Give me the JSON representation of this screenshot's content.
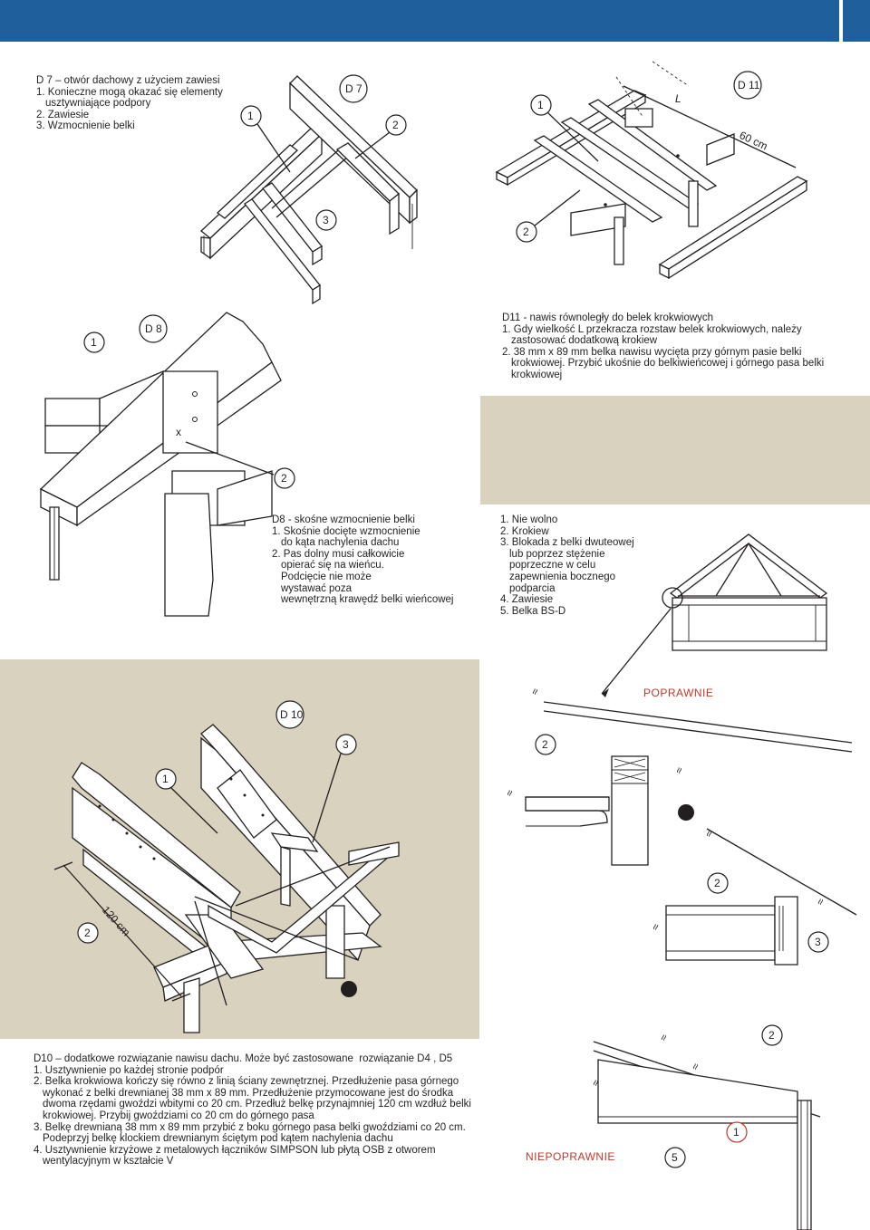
{
  "header": {
    "brand_color": "#1f5f9c"
  },
  "d7": {
    "tag": "D 7",
    "callouts": [
      "1",
      "2",
      "3"
    ],
    "title": "D 7 – otwór dachowy z użyciem zawiesi",
    "items": [
      "1. Konieczne mogą okazać się elementy",
      "usztywniające podpory",
      "2. Zawiesie",
      "3. Wzmocnienie belki"
    ]
  },
  "d11": {
    "tag": "D 11",
    "callouts": [
      "1",
      "2"
    ],
    "dim_l": "L",
    "dim_60": "60 cm",
    "title": "D11 - nawis równoległy do belek krokwiowych",
    "items": [
      "1. Gdy wielkość L przekracza rozstaw belek krokwiowych, należy",
      "zastosować dodatkową krokiew",
      "2. 38 mm x 89 mm belka nawisu wycięta przy górnym pasie belki",
      "krokwiowej. Przybić ukośnie do belkiwieńcowej i górnego pasa belki",
      "krokwiowej"
    ]
  },
  "d8": {
    "tag": "D 8",
    "callouts": [
      "1",
      "2"
    ],
    "x_mark": "x",
    "title": "D8 - skośne wzmocnienie belki",
    "items": [
      "1. Skośnie docięte wzmocnienie",
      "do kąta nachylenia dachu",
      "2. Pas dolny musi całkowicie",
      "opierać się na wieńcu.",
      "Podcięcie nie może",
      "wystawać poza",
      "wewnętrzną krawędź belki wieńcowej"
    ]
  },
  "legend_right": {
    "items": [
      "1. Nie wolno",
      "2. Krokiew",
      "3. Blokada z belki dwuteowej",
      "lub poprzez stężenie",
      "poprzeczne w celu",
      "zapewnienia bocznego",
      "podparcia",
      "4. Zawiesie",
      "5. Belka BS-D"
    ]
  },
  "d10": {
    "tag": "D 10",
    "callouts": [
      "1",
      "2",
      "3"
    ],
    "dim": "120 cm",
    "title": "D10 – dodatkowe rozwiązanie nawisu dachu. Może być zastosowane  rozwiązanie D4 , D5",
    "items": [
      "1. Usztywnienie po każdej stronie podpór",
      "2. Belka krokwiowa kończy się równo z linią ściany zewnętrznej. Przedłużenie pasa górnego",
      "wykonać z belki drewnianej 38 mm x 89 mm. Przedłużenie przymocowane jest do środka",
      "dwoma rzędami gwoździ wbitymi co 20 cm. Przedłuż belkę przynajmniej 120 cm wzdłuż belki",
      "krokwiowej. Przybij gwoździami co 20 cm do górnego pasa",
      "3. Belkę drewnianą 38 mm x 89 mm przybić z boku górnego pasa belki gwoździami co 20 cm.",
      "Podeprzyj belkę klockiem drewnianym ściętym pod kątem nachylenia dachu",
      "4. Usztywnienie krzyżowe z metalowych łączników SIMPSON lub płytą OSB z otworem",
      "wentylacyjnym w kształcie V"
    ]
  },
  "details": {
    "correct_label": "POPRAWNIE",
    "incorrect_label": "NIEPOPRAWNIE",
    "callouts_a": [
      "2"
    ],
    "callouts_b": [
      "2",
      "3"
    ],
    "callouts_c": [
      "2",
      "1",
      "5"
    ],
    "accent_red": "#c0392b",
    "panel_color": "#d8d2bf"
  }
}
